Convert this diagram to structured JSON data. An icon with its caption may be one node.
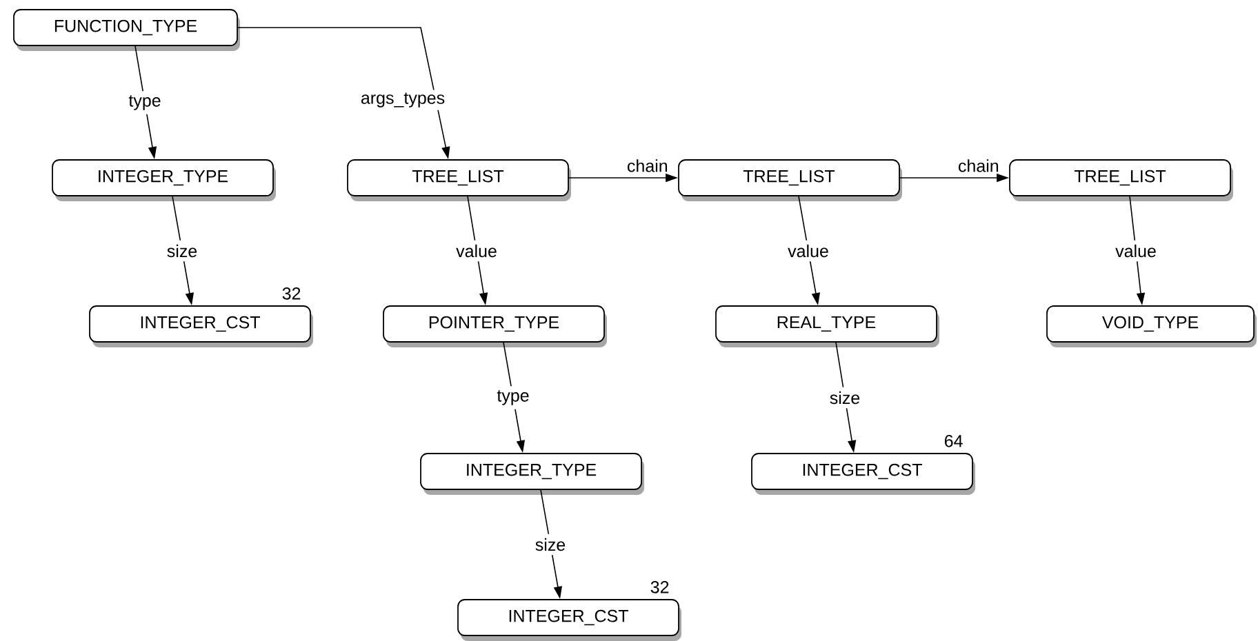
{
  "diagram": {
    "nodes": [
      {
        "text": [
          "FUNCTION_TYPE"
        ]
      },
      {
        "text": [
          "INTEGER_TYPE"
        ]
      },
      {
        "text": [
          "INTEGER_CST"
        ],
        "beside": [
          "32"
        ]
      },
      {
        "text": [
          "TREE_LIST"
        ]
      },
      {
        "text": [
          "POINTER_TYPE"
        ]
      },
      {
        "text": [
          "INTEGER_TYPE"
        ]
      },
      {
        "text": [
          "INTEGER_CST"
        ],
        "beside": [
          "32"
        ]
      },
      {
        "text": [
          "TREE_LIST"
        ]
      },
      {
        "text": [
          "REAL_TYPE"
        ]
      },
      {
        "text": [
          "INTEGER_CST"
        ],
        "beside": [
          "64"
        ]
      },
      {
        "text": [
          "TREE_LIST"
        ]
      },
      {
        "text": [
          "VOID_TYPE"
        ]
      }
    ],
    "edges": [
      {
        "from": 0,
        "to": 1,
        "arrow": "to",
        "label": "type"
      },
      {
        "from": 1,
        "to": 2,
        "arrow": "to",
        "label": "size"
      },
      {
        "from": 0,
        "to": 3,
        "arrow": "to",
        "label": "args_types"
      },
      {
        "from": 3,
        "to": 4,
        "arrow": "to",
        "label": "value"
      },
      {
        "from": 4,
        "to": 5,
        "arrow": "to",
        "label": "type"
      },
      {
        "from": 5,
        "to": 6,
        "arrow": "to",
        "label": "size"
      },
      {
        "from": 3,
        "to": 7,
        "arrow": "to",
        "label": "chain"
      },
      {
        "from": 7,
        "to": 8,
        "arrow": "to",
        "label": "value"
      },
      {
        "from": 8,
        "to": 9,
        "arrow": "to",
        "label": "size"
      },
      {
        "from": 7,
        "to": 10,
        "arrow": "to",
        "label": "chain"
      },
      {
        "from": 10,
        "to": 11,
        "arrow": "to",
        "label": "value"
      }
    ]
  }
}
